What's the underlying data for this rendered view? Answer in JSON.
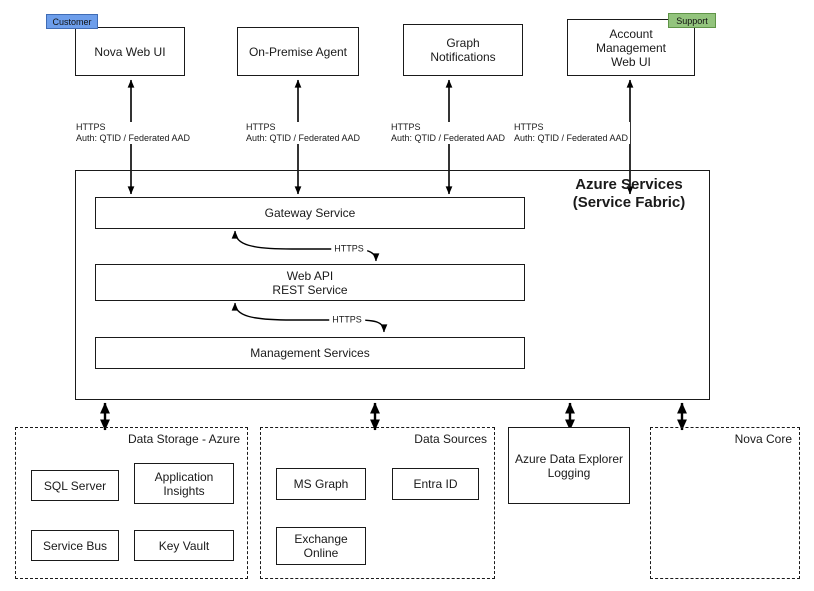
{
  "diagram": {
    "top_row": [
      {
        "label": "Nova Web UI",
        "tag": "Customer"
      },
      {
        "label": "On-Premise Agent"
      },
      {
        "label": "Graph\nNotifications"
      },
      {
        "label": "Account\nManagement\nWeb UI",
        "tag": "Support"
      }
    ],
    "tag_colors": {
      "customer": {
        "fill": "#6d9eeb",
        "border": "#3f6cb5"
      },
      "support": {
        "fill": "#93c47d",
        "border": "#5f9447"
      }
    },
    "edge_labels": [
      "HTTPS\nAuth: QTID / Federated AAD",
      "HTTPS\nAuth: QTID / Federated AAD",
      "HTTPS\nAuth: QTID / Federated AAD",
      "HTTPS\nAuth: QTID / Federated AAD"
    ],
    "azure_services": {
      "title": "Azure Services\n(Service Fabric)",
      "nodes": [
        "Gateway Service",
        "Web API\nREST Service",
        "Management Services"
      ],
      "internal_edges": [
        "HTTPS",
        "HTTPS"
      ]
    },
    "data_storage": {
      "title": "Data Storage - Azure",
      "nodes": [
        "SQL Server",
        "Application\nInsights",
        "Service Bus",
        "Key Vault"
      ]
    },
    "data_sources": {
      "title": "Data Sources",
      "nodes": [
        "MS Graph",
        "Entra ID",
        "Exchange\nOnline"
      ]
    },
    "logging_node": "Azure Data Explorer\nLogging",
    "nova_core": {
      "title": "Nova Core"
    }
  }
}
